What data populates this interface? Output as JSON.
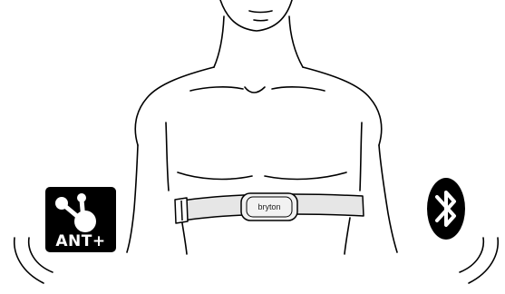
{
  "illustration": {
    "subject": "torso",
    "strap_brand": "bryton",
    "icons": {
      "ant": {
        "name": "ant-plus-icon",
        "label": "ANT+"
      },
      "bluetooth": {
        "name": "bluetooth-icon"
      }
    },
    "colors": {
      "line": "#000000",
      "strap_fill": "#e6e6e6",
      "pod_fill": "#f2f2f2",
      "badge_fill": "#000000",
      "badge_text": "#ffffff"
    }
  }
}
